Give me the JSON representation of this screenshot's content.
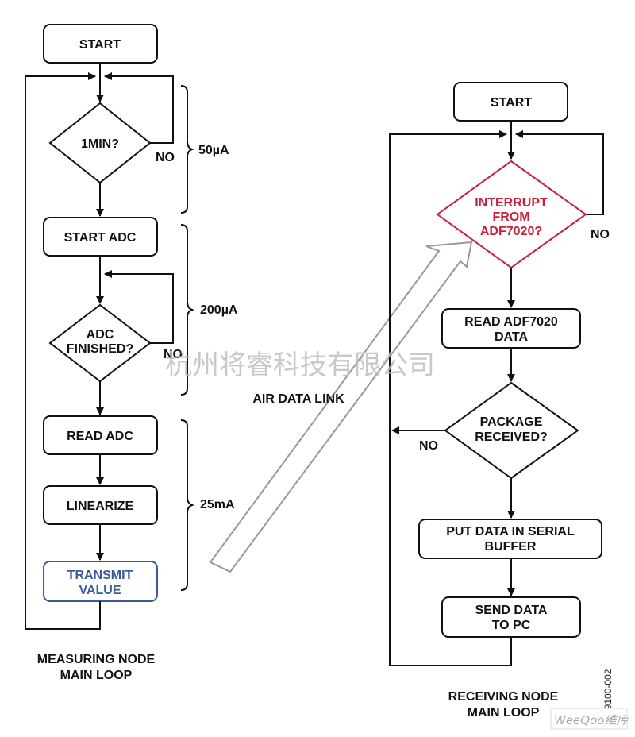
{
  "measuring": {
    "start": "START",
    "min_check": "1MIN?",
    "no1": "NO",
    "start_adc": "START ADC",
    "adc_finished_1": "ADC",
    "adc_finished_2": "FINISHED?",
    "no2": "NO",
    "read_adc": "READ ADC",
    "linearize": "LINEARIZE",
    "transmit_1": "TRANSMIT",
    "transmit_2": "VALUE",
    "current1": "50µA",
    "current2": "200µA",
    "current3": "25mA",
    "title_1": "MEASURING NODE",
    "title_2": "MAIN LOOP"
  },
  "link": {
    "label": "AIR DATA LINK"
  },
  "receiving": {
    "start": "START",
    "interrupt_1": "INTERRUPT",
    "interrupt_2": "FROM",
    "interrupt_3": "ADF7020?",
    "no1": "NO",
    "read_1": "READ ADF7020",
    "read_2": "DATA",
    "package_1": "PACKAGE",
    "package_2": "RECEIVED?",
    "no2": "NO",
    "put_1": "PUT DATA IN SERIAL",
    "put_2": "BUFFER",
    "send_1": "SEND DATA",
    "send_2": "TO PC",
    "title_1": "RECEIVING NODE",
    "title_2": "MAIN LOOP"
  },
  "figure_id": "09100-002",
  "watermark": "杭州将睿科技有限公司",
  "badge": "WeeQoo维库",
  "colors": {
    "interrupt": "#c8203c",
    "transmit": "#3a5a9a",
    "link": "#999999"
  }
}
